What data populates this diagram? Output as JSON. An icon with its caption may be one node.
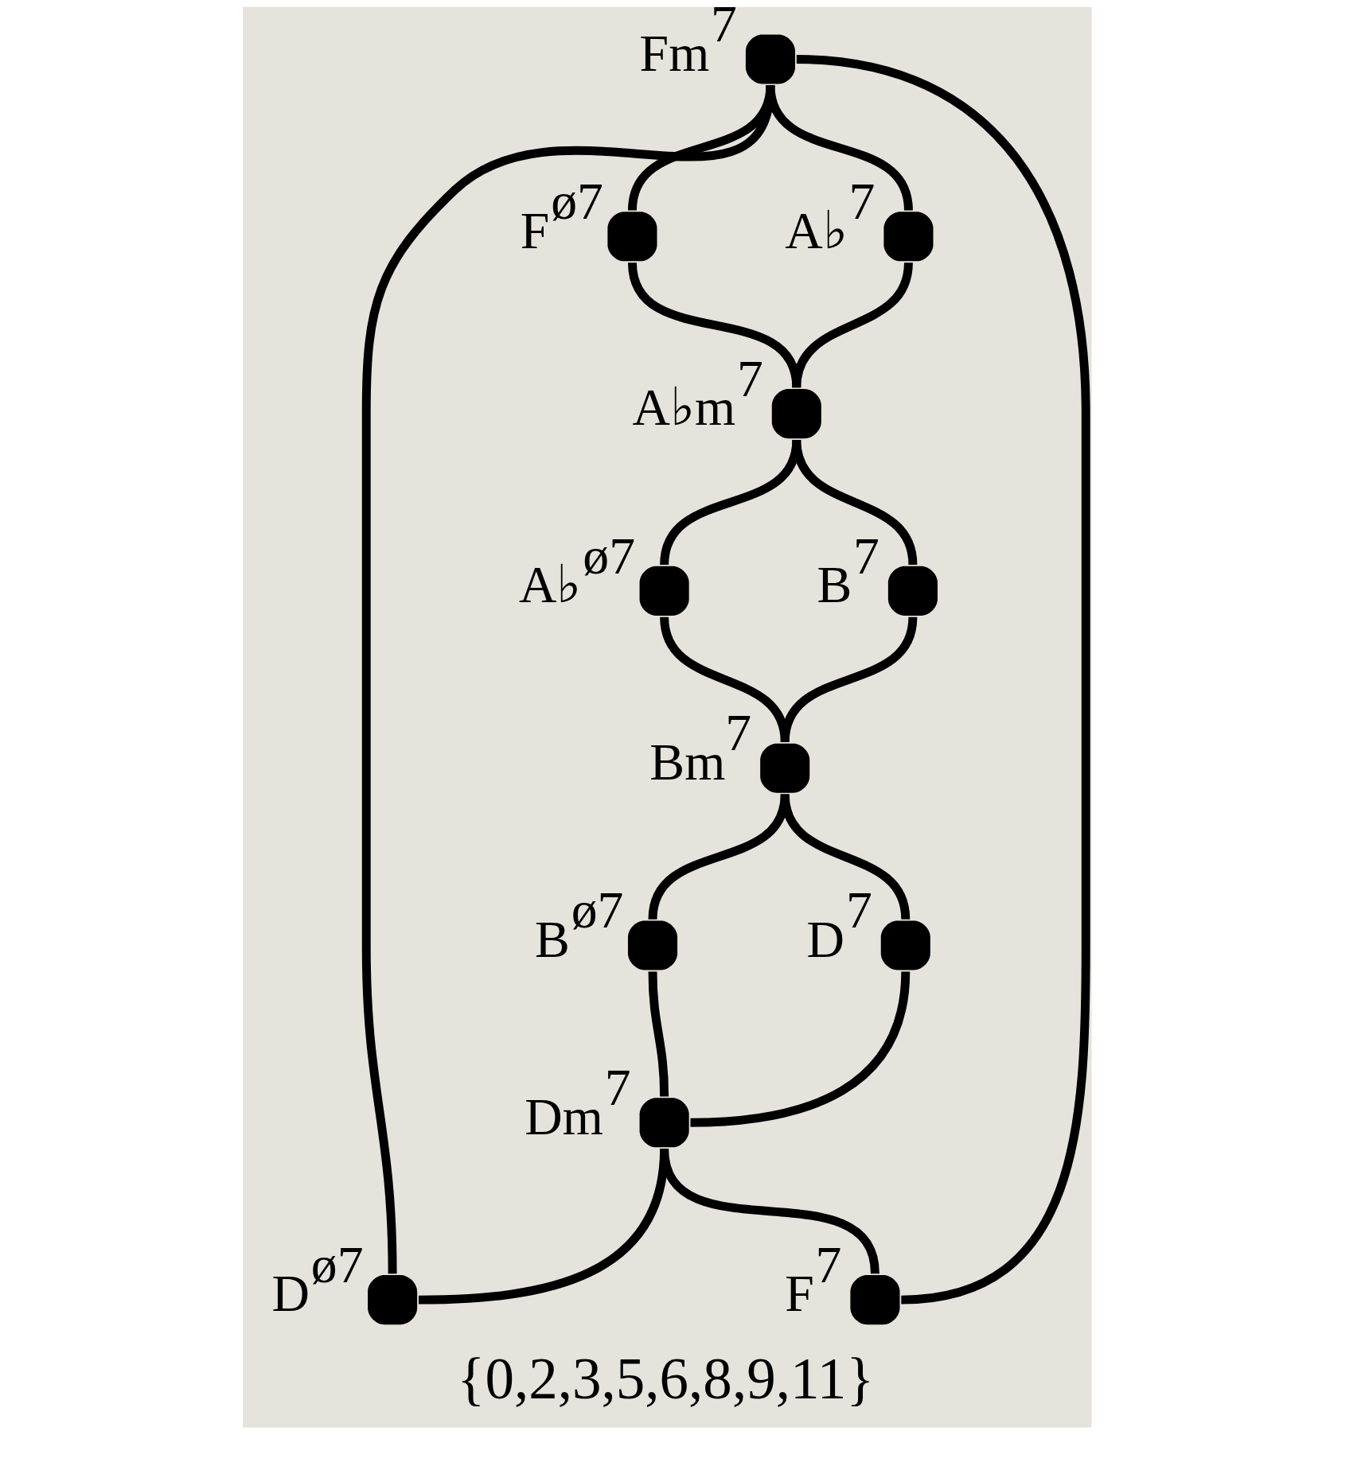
{
  "diagram": {
    "caption": "{0,2,3,5,6,8,9,11}",
    "nodes": [
      {
        "text": [],
        "shape": "circle",
        "beside": [
          "Fm$^{7}$"
        ]
      },
      {
        "text": [],
        "shape": "circle",
        "beside": [
          "F$^{ø7}$"
        ]
      },
      {
        "text": [],
        "shape": "circle",
        "beside": [
          "A♭$^{7}$"
        ]
      },
      {
        "text": [],
        "shape": "circle",
        "beside": [
          "A♭m$^{7}$"
        ]
      },
      {
        "text": [],
        "shape": "circle",
        "beside": [
          "A♭$^{ø7}$"
        ]
      },
      {
        "text": [],
        "shape": "circle",
        "beside": [
          "B$^{7}$"
        ]
      },
      {
        "text": [],
        "shape": "circle",
        "beside": [
          "Bm$^{7}$"
        ]
      },
      {
        "text": [],
        "shape": "circle",
        "beside": [
          "B$^{ø7}$"
        ]
      },
      {
        "text": [],
        "shape": "circle",
        "beside": [
          "D$^{7}$"
        ]
      },
      {
        "text": [],
        "shape": "circle",
        "beside": [
          "Dm$^{7}$"
        ]
      },
      {
        "text": [],
        "shape": "circle",
        "beside": [
          "D$^{ø7}$"
        ]
      },
      {
        "text": [],
        "shape": "circle",
        "beside": [
          "F$^{7}$"
        ]
      }
    ],
    "edges": [
      {
        "from": 0,
        "to": 1,
        "arrow": "none"
      },
      {
        "from": 0,
        "to": 2,
        "arrow": "none"
      },
      {
        "from": 0,
        "to": 10,
        "arrow": "none"
      },
      {
        "from": 0,
        "to": 11,
        "arrow": "none"
      },
      {
        "from": 1,
        "to": 3,
        "arrow": "none"
      },
      {
        "from": 3,
        "to": 5,
        "arrow": "none"
      },
      {
        "from": 2,
        "to": 3,
        "arrow": "none"
      },
      {
        "from": 3,
        "to": 4,
        "arrow": "none"
      },
      {
        "from": 4,
        "to": 6,
        "arrow": "none"
      },
      {
        "from": 6,
        "to": 8,
        "arrow": "none"
      },
      {
        "from": 5,
        "to": 6,
        "arrow": "none"
      },
      {
        "from": 6,
        "to": 7,
        "arrow": "none"
      },
      {
        "from": 7,
        "to": 9,
        "arrow": "none"
      },
      {
        "from": 9,
        "to": 11,
        "arrow": "none"
      },
      {
        "from": 8,
        "to": 9,
        "arrow": "none"
      },
      {
        "from": 9,
        "to": 10,
        "arrow": "none"
      }
    ]
  }
}
